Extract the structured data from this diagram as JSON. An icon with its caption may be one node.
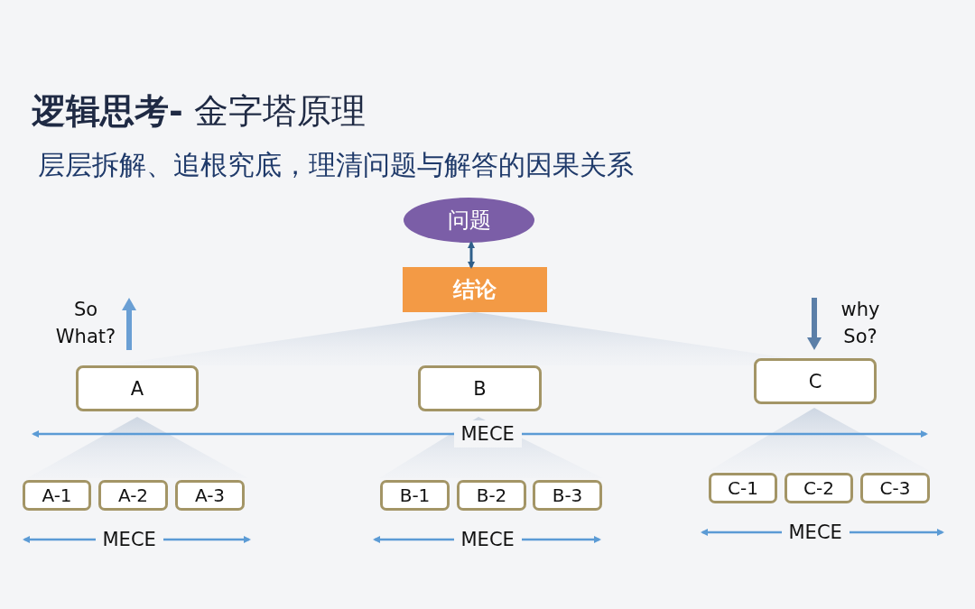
{
  "diagram": {
    "title": "**逻辑思考-** 金字塔原理",
    "nodes": [
      {
        "text": [
          "问题"
        ]
      },
      {
        "text": [
          "结论"
        ]
      },
      {
        "text": [
          "A"
        ]
      },
      {
        "text": [
          "B"
        ]
      },
      {
        "text": [
          "C"
        ]
      },
      {
        "text": [
          "A-1"
        ]
      },
      {
        "text": [
          "A-2"
        ]
      },
      {
        "text": [
          "A-3"
        ]
      },
      {
        "text": [
          "B-1"
        ]
      },
      {
        "text": [
          "B-2"
        ]
      },
      {
        "text": [
          "B-3"
        ]
      },
      {
        "text": [
          "C-1"
        ]
      },
      {
        "text": [
          "C-2"
        ]
      },
      {
        "text": [
          "C-3"
        ]
      }
    ],
    "edges": [
      {
        "from": 0,
        "to": 1,
        "arrow": "both"
      }
    ],
    "labels": [
      "层层拆解、追根究底，理清问题与解答的因果关系",
      "So What?",
      "why So?",
      "MECE",
      "MECE",
      "MECE",
      "MECE"
    ]
  }
}
